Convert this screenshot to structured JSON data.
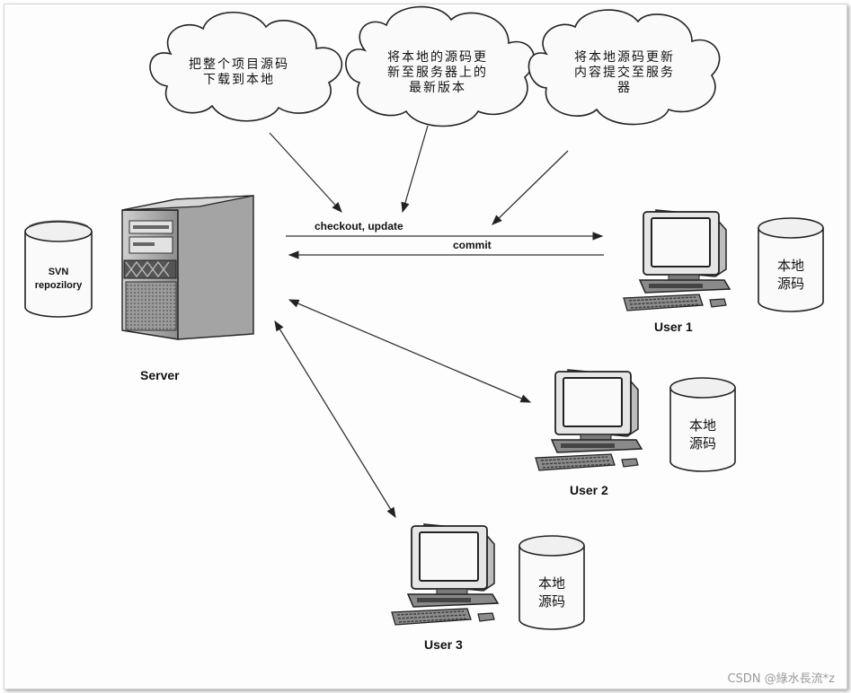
{
  "clouds": [
    {
      "line1": "把整个项目源码",
      "line2": "下载到本地",
      "line3": ""
    },
    {
      "line1": "将本地的源码更",
      "line2": "新至服务器上的",
      "line3": "最新版本"
    },
    {
      "line1": "将本地源码更新",
      "line2": "内容提交至服务",
      "line3": "器"
    }
  ],
  "server": {
    "label": "Server",
    "repo_line1": "SVN",
    "repo_line2": "repozilory"
  },
  "arrows": {
    "checkout_label": "checkout, update",
    "commit_label": "commit"
  },
  "users": [
    {
      "label": "User 1",
      "store_line1": "本地",
      "store_line2": "源码"
    },
    {
      "label": "User 2",
      "store_line1": "本地",
      "store_line2": "源码"
    },
    {
      "label": "User 3",
      "store_line1": "本地",
      "store_line2": "源码"
    }
  ],
  "watermark": "CSDN @綠水長流*z"
}
